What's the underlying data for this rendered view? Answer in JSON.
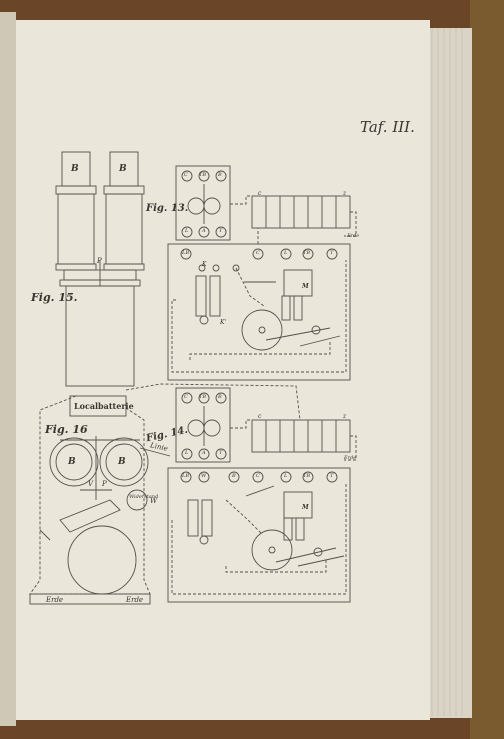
{
  "plate_title": "Taf. III.",
  "figures": {
    "fig13": {
      "caption": "Fig. 13.",
      "terminals_top": [
        "C",
        "TB",
        "B"
      ],
      "terminals_bottom": [
        "L",
        "A",
        "T"
      ],
      "board_letters": [
        "LB",
        "C",
        "L",
        "TB",
        "T"
      ],
      "coil_a": "K",
      "coil_b": "K'",
      "magnet_label": "M",
      "earth_label": "Erde",
      "battery_label_c": "c",
      "battery_label_z": "z"
    },
    "fig14": {
      "caption": "Fig. 14.",
      "terminals_top": [
        "C",
        "TB",
        "B"
      ],
      "terminals_bottom": [
        "L",
        "A",
        "T"
      ],
      "board_letters": [
        "LB",
        "W",
        "B",
        "C",
        "L",
        "TB",
        "T"
      ],
      "magnet_label": "M",
      "earth_label": "Erde",
      "battery_label_c": "c",
      "battery_label_z": "z"
    },
    "fig15": {
      "caption": "Fig. 15.",
      "coil_left": "B",
      "coil_right": "B",
      "pole_label": "P",
      "battery_label": "Localbatterie"
    },
    "fig16": {
      "caption": "Fig. 16",
      "coil_left": "B",
      "coil_right": "B",
      "line_label": "Linie",
      "v_label": "V",
      "p_label": "P",
      "resistance_label": "Widerstand",
      "w_label": "W",
      "earth_left": "Erde",
      "earth_right": "Erde"
    }
  }
}
